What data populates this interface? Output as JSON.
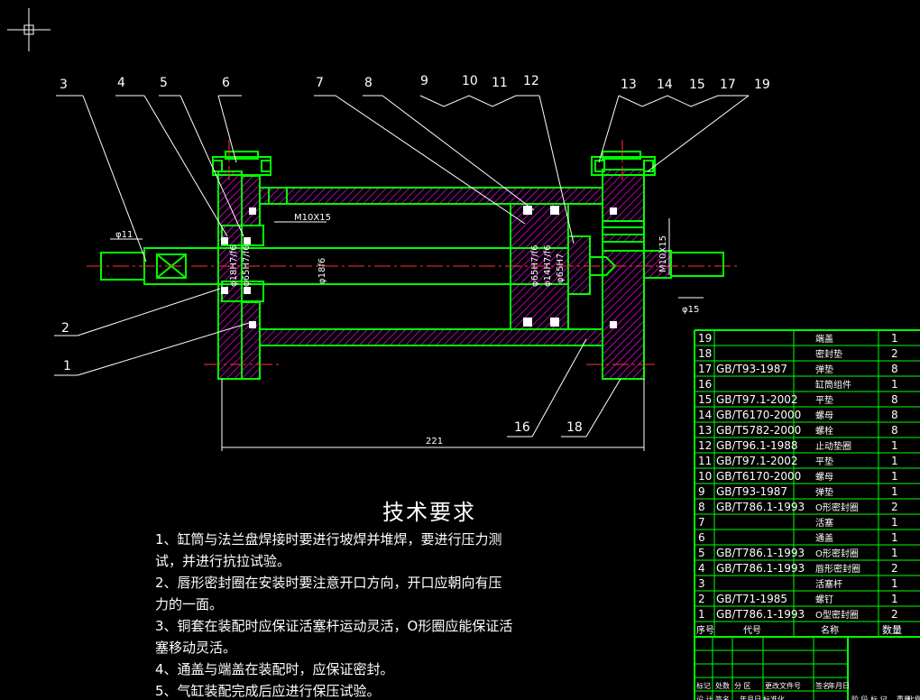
{
  "callouts": {
    "top": [
      "3",
      "4",
      "5",
      "6",
      "7",
      "8",
      "9",
      "10",
      "11",
      "12",
      "13",
      "14",
      "15",
      "17",
      "19"
    ],
    "left": [
      "2",
      "1"
    ],
    "bottom": [
      "16",
      "18"
    ]
  },
  "dims": {
    "d11": "φ11",
    "m10x15": "M10X15",
    "d18": "φ18H7/f6",
    "d16a": "φ65H7/f6",
    "d16": "φ18f6",
    "d65a": "φ65H7/f6",
    "d14": "φ14H7/f6",
    "d65b": "φ65H7",
    "m10x15v": "M10X15",
    "d15": "φ15",
    "len221": "221"
  },
  "tech": {
    "title": "技术要求",
    "lines": [
      "1、缸筒与法兰盘焊接时要进行坡焊并堆焊，要进行压力测",
      "试，并进行抗拉试验。",
      "2、唇形密封圈在安装时要注意开口方向，开口应朝向有压",
      "力的一面。",
      "3、铜套在装配时应保证活塞杆运动灵活，O形圈应能保证活",
      "塞移动灵活。",
      "4、通盖与端盖在装配时，应保证密封。",
      "5、气缸装配完成后应进行保压试验。"
    ]
  },
  "bom": {
    "rows": [
      {
        "no": "19",
        "code": "",
        "name": "端盖",
        "qty": "1"
      },
      {
        "no": "18",
        "code": "",
        "name": "密封垫",
        "qty": "2"
      },
      {
        "no": "17",
        "code": "GB/T93-1987",
        "name": "弹垫",
        "qty": "8"
      },
      {
        "no": "16",
        "code": "",
        "name": "缸筒组件",
        "qty": "1"
      },
      {
        "no": "15",
        "code": "GB/T97.1-2002",
        "name": "平垫",
        "qty": "8"
      },
      {
        "no": "14",
        "code": "GB/T6170-2000",
        "name": "螺母",
        "qty": "8"
      },
      {
        "no": "13",
        "code": "GB/T5782-2000",
        "name": "螺栓",
        "qty": "8"
      },
      {
        "no": "12",
        "code": "GB/T96.1-1988",
        "name": "止动垫圈",
        "qty": "1"
      },
      {
        "no": "11",
        "code": "GB/T97.1-2002",
        "name": "平垫",
        "qty": "1"
      },
      {
        "no": "10",
        "code": "GB/T6170-2000",
        "name": "螺母",
        "qty": "1"
      },
      {
        "no": "9",
        "code": "GB/T93-1987",
        "name": "弹垫",
        "qty": "1"
      },
      {
        "no": "8",
        "code": "GB/T786.1-1993",
        "name": "O形密封圈",
        "qty": "2"
      },
      {
        "no": "7",
        "code": "",
        "name": "活塞",
        "qty": "1"
      },
      {
        "no": "6",
        "code": "",
        "name": "通盖",
        "qty": "1"
      },
      {
        "no": "5",
        "code": "GB/T786.1-1993",
        "name": "O形密封圈",
        "qty": "1"
      },
      {
        "no": "4",
        "code": "GB/T786.1-1993",
        "name": "唇形密封圈",
        "qty": "2"
      },
      {
        "no": "3",
        "code": "",
        "name": "活塞杆",
        "qty": "1"
      },
      {
        "no": "2",
        "code": "GB/T71-1985",
        "name": "螺钉",
        "qty": "1"
      },
      {
        "no": "1",
        "code": "GB/T786.1-1993",
        "name": "O型密封圈",
        "qty": "2"
      }
    ],
    "header": {
      "no": "序号",
      "code": "代号",
      "name": "名称",
      "qty": "数量"
    },
    "title_block": [
      "标记",
      "处数",
      "分 区",
      "更改文件号",
      "签名",
      "年月日"
    ],
    "title_block2": [
      "设 计",
      "签名",
      "年月日",
      "标准化"
    ],
    "title_block3": [
      "阶 段 标 记",
      "重量",
      "比例"
    ]
  },
  "colors": {
    "outline": "#00ff00",
    "hatch": "#ff00ff",
    "text": "#ffffff",
    "center": "#ff3333"
  }
}
